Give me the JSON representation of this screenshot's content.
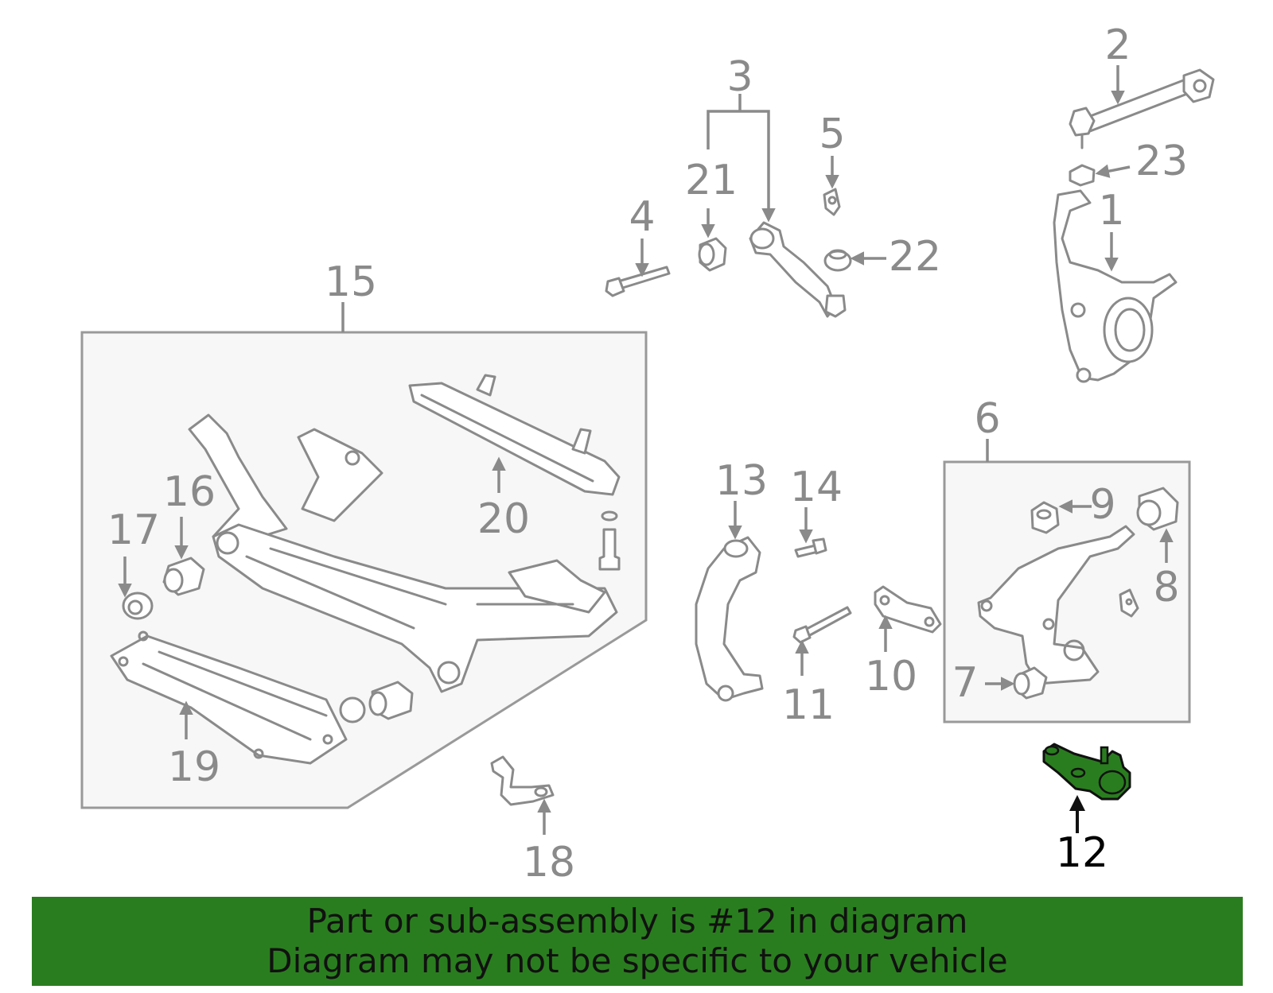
{
  "banner": {
    "line1": "Part or sub-assembly is #12 in diagram",
    "line2": "Diagram may not be specific to your vehicle"
  },
  "highlight": {
    "part_number": "12",
    "color": "#2a7d1f"
  },
  "colors": {
    "line": "#8a8a8a",
    "box_fill": "#f7f7f7",
    "banner_bg": "#2a7d1f"
  },
  "callouts": {
    "c1": "1",
    "c2": "2",
    "c3": "3",
    "c4": "4",
    "c5": "5",
    "c6": "6",
    "c7": "7",
    "c8": "8",
    "c9": "9",
    "c10": "10",
    "c11": "11",
    "c12": "12",
    "c13": "13",
    "c14": "14",
    "c15": "15",
    "c16": "16",
    "c17": "17",
    "c18": "18",
    "c19": "19",
    "c20": "20",
    "c21": "21",
    "c22": "22",
    "c23": "23"
  }
}
